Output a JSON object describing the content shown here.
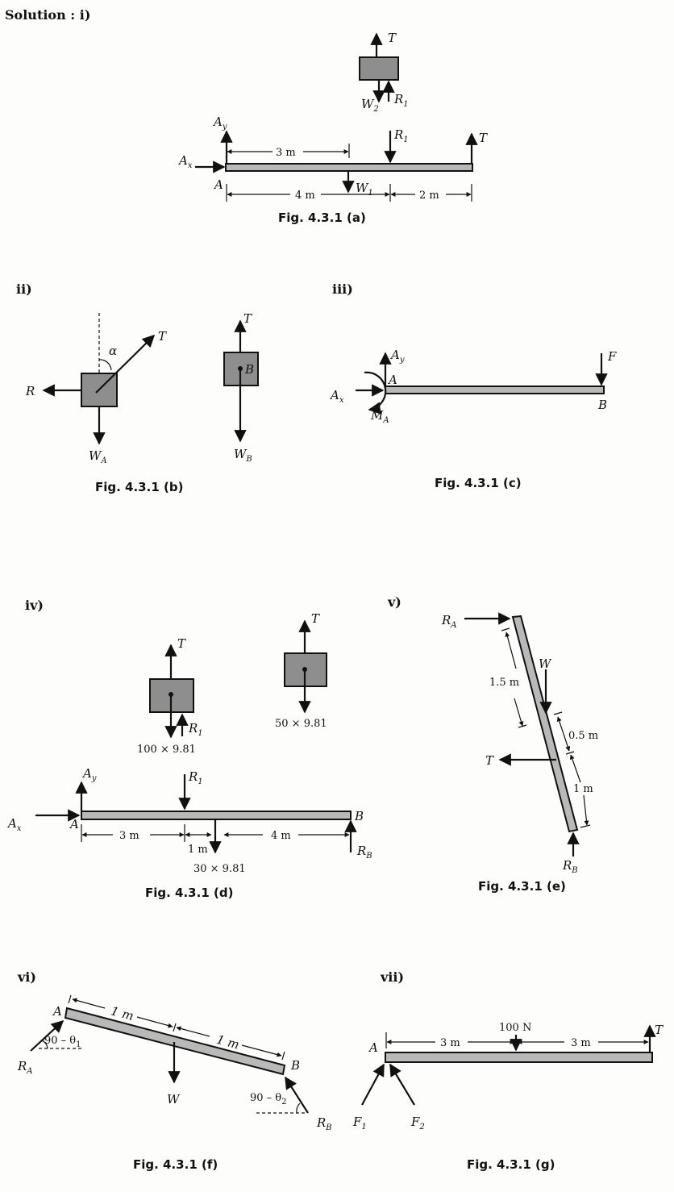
{
  "solution_heading": "Solution : i)",
  "section_labels": {
    "ii": "ii)",
    "iii": "iii)",
    "iv": "iv)",
    "v": "v)",
    "vi": "vi)",
    "vii": "vii)"
  },
  "captions": {
    "a": "Fig. 4.3.1 (a)",
    "b": "Fig. 4.3.1 (b)",
    "c": "Fig. 4.3.1 (c)",
    "d": "Fig. 4.3.1 (d)",
    "e": "Fig. 4.3.1 (e)",
    "f": "Fig. 4.3.1 (f)",
    "g": "Fig. 4.3.1 (g)"
  },
  "fig_a": {
    "T_block": "T",
    "W2": "W",
    "W2_sub": "2",
    "R1_block": "R",
    "R1_block_sub": "1",
    "Ay": "A",
    "Ay_sub": "y",
    "Ax": "A",
    "Ax_sub": "x",
    "A": "A",
    "R1_beam": "R",
    "R1_beam_sub": "1",
    "T_beam": "T",
    "W1": "W",
    "W1_sub": "1",
    "dim_3m": "3 m",
    "dim_4m": "4 m",
    "dim_2m": "2 m"
  },
  "fig_b": {
    "T_left": "T",
    "alpha": "α",
    "R": "R",
    "WA": "W",
    "WA_sub": "A",
    "T_right": "T",
    "B": "B",
    "WB": "W",
    "WB_sub": "B"
  },
  "fig_c": {
    "Ay": "A",
    "Ay_sub": "y",
    "A": "A",
    "F": "F",
    "Ax": "A",
    "Ax_sub": "x",
    "MA": "M",
    "MA_sub": "A",
    "B": "B"
  },
  "fig_d": {
    "T_left": "T",
    "T_right": "T",
    "R1_block": "R",
    "R1_block_sub": "1",
    "w_100": "100 × 9.81",
    "w_50": "50 × 9.81",
    "Ay": "A",
    "Ay_sub": "y",
    "R1_beam": "R",
    "R1_beam_sub": "1",
    "Ax": "A",
    "Ax_sub": "x",
    "A": "A",
    "B": "B",
    "RB": "R",
    "RB_sub": "B",
    "dim_3m": "3 m",
    "dim_1m": "1 m",
    "dim_4m": "4 m",
    "w_30": "30 × 9.81"
  },
  "fig_e": {
    "RA": "R",
    "RA_sub": "A",
    "W": "W",
    "dim_15m": "1.5 m",
    "dim_05m": "0.5 m",
    "T": "T",
    "dim_1m": "1 m",
    "RB": "R",
    "RB_sub": "B"
  },
  "fig_f": {
    "A": "A",
    "dim_1m_left": "1 m",
    "dim_1m_right": "1 m",
    "B": "B",
    "angle1": "90 – θ",
    "angle1_sub": "1",
    "RA": "R",
    "RA_sub": "A",
    "W": "W",
    "angle2": "90 – θ",
    "angle2_sub": "2",
    "RB": "R",
    "RB_sub": "B"
  },
  "fig_g": {
    "load": "100 N",
    "T": "T",
    "A": "A",
    "dim_3m_left": "3 m",
    "dim_3m_right": "3 m",
    "F1": "F",
    "F1_sub": "1",
    "F2": "F",
    "F2_sub": "2"
  }
}
